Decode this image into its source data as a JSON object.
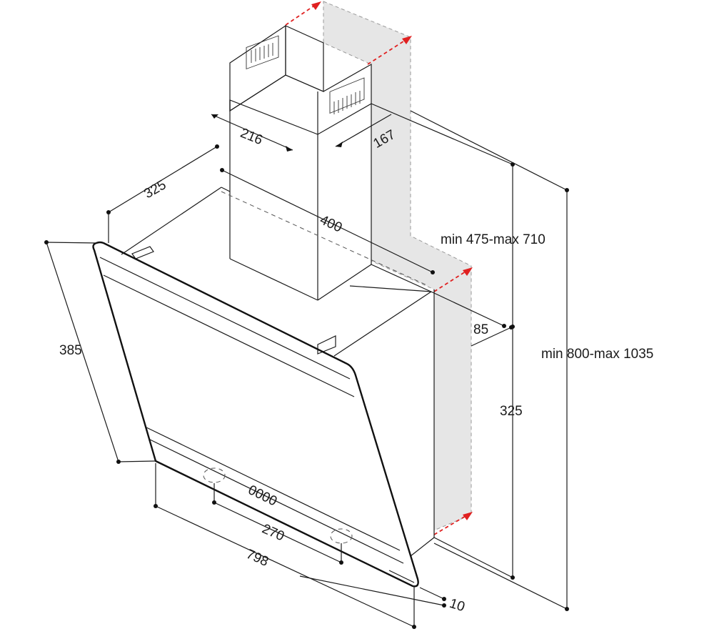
{
  "diagram": {
    "labels": {
      "duct_width": "216",
      "duct_depth": "167",
      "hood_depth": "325",
      "duct_length": "400",
      "duct_height_range": "min 475-max 710",
      "wall_offset": "85",
      "total_height_range": "min 800-max 1035",
      "back_height": "325",
      "panel_height": "385",
      "control_width": "270",
      "hood_width": "798",
      "glass_thickness": "10",
      "display_digits": "0000"
    },
    "colors": {
      "line": "#1a1a1a",
      "wall_fill": "#e6e6e6",
      "arrow_red": "#e02020"
    }
  }
}
